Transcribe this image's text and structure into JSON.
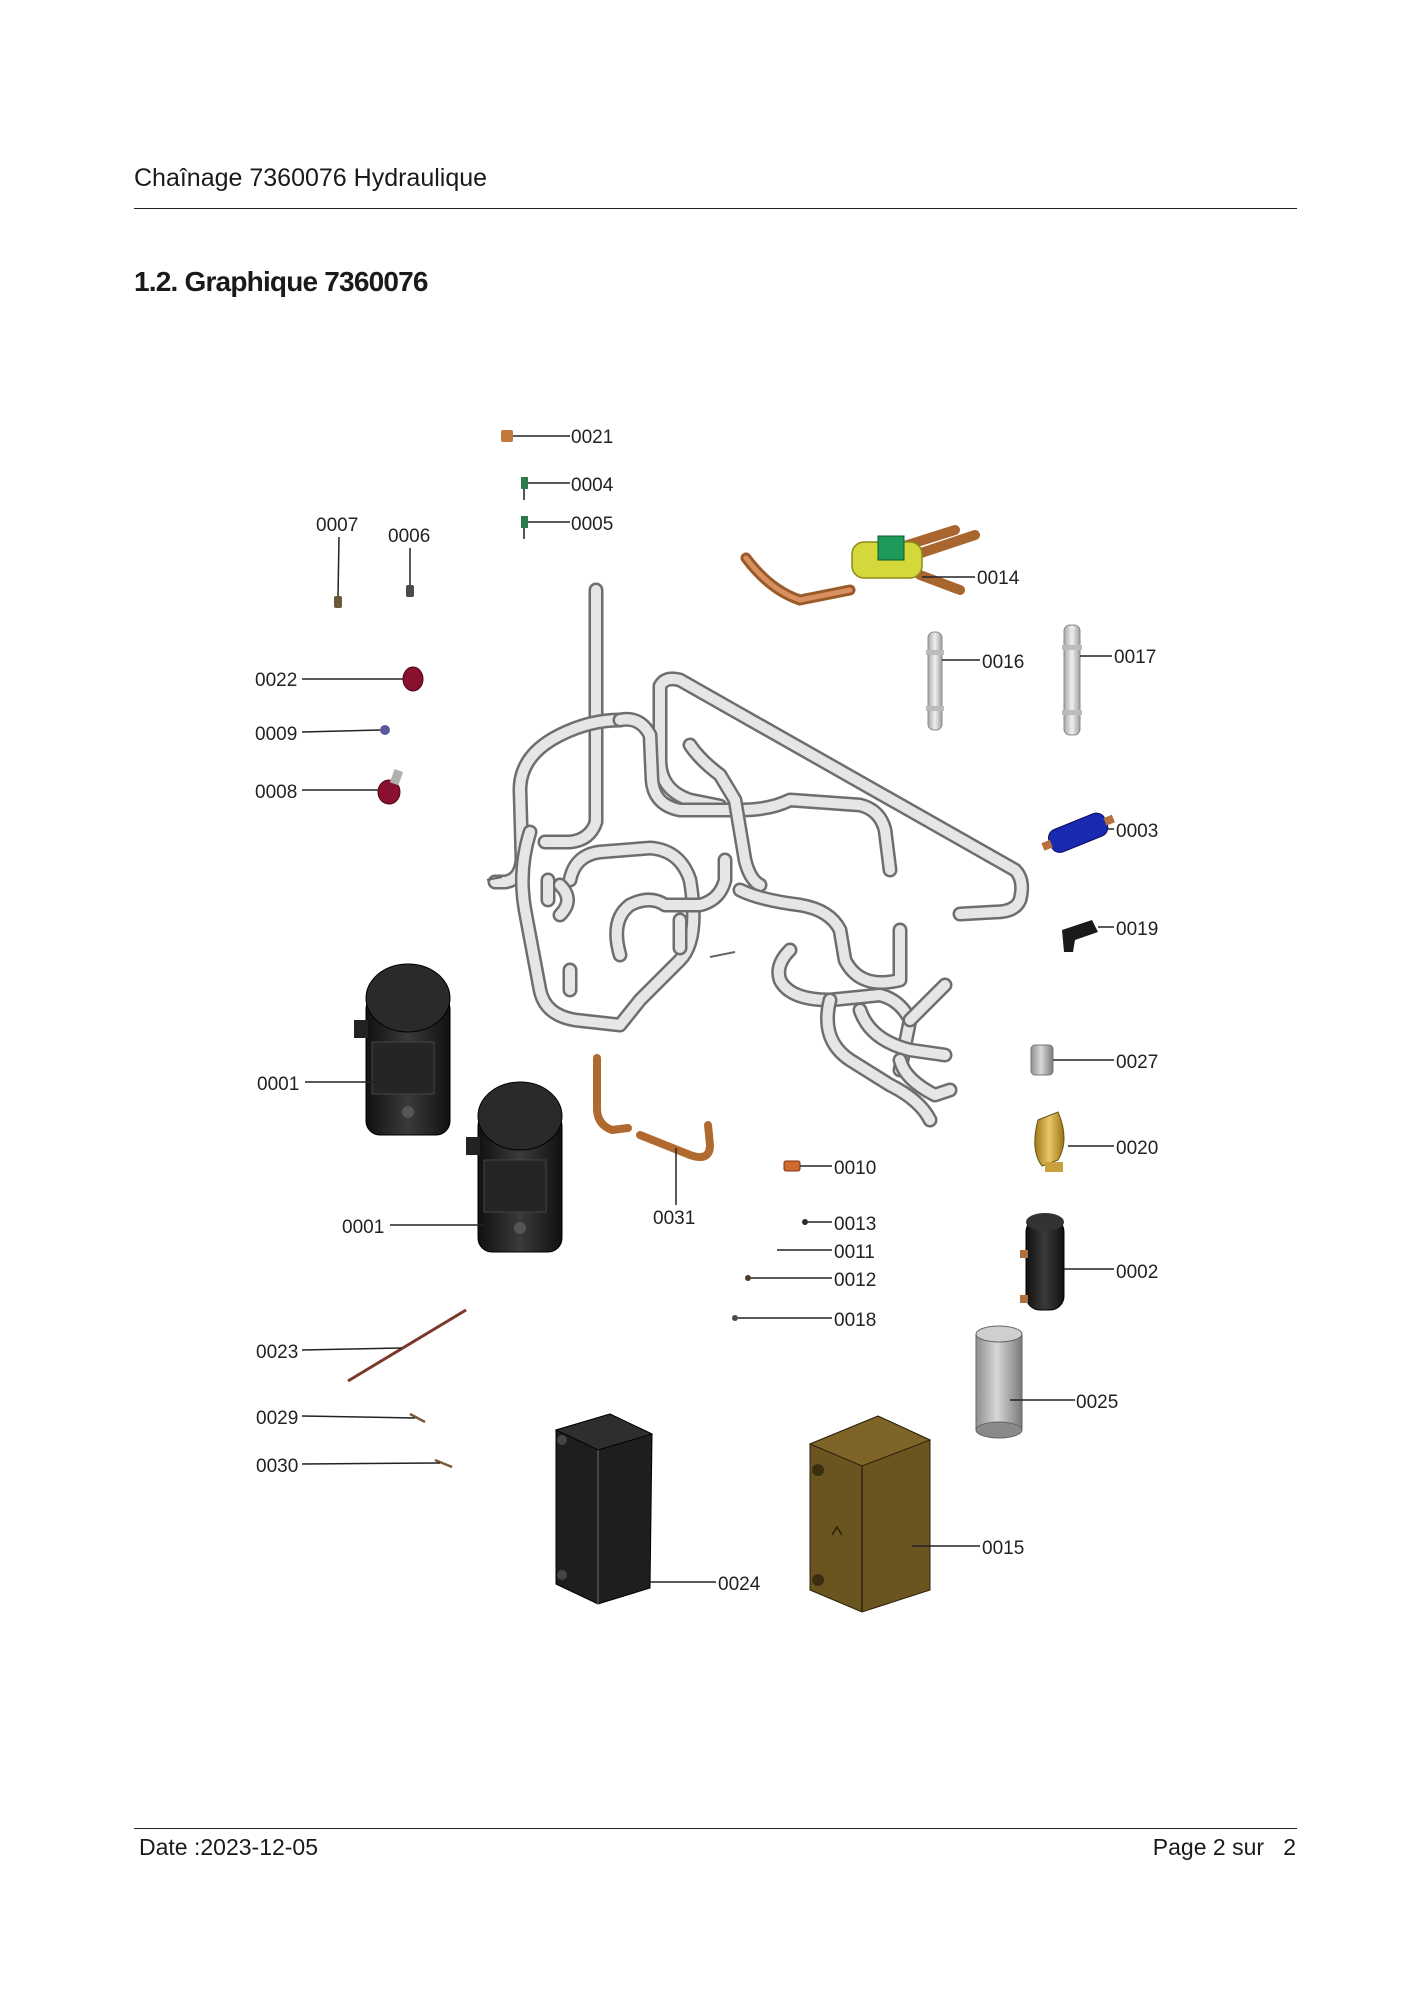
{
  "header": {
    "title": "Chaînage 7360076 Hydraulique"
  },
  "section": {
    "title": "1.2. Graphique 7360076"
  },
  "parts": {
    "p0021": "0021",
    "p0004": "0004",
    "p0005": "0005",
    "p0007": "0007",
    "p0006": "0006",
    "p0014": "0014",
    "p0016": "0016",
    "p0017": "0017",
    "p0022": "0022",
    "p0009": "0009",
    "p0008": "0008",
    "p0003": "0003",
    "p0019": "0019",
    "p0027": "0027",
    "p0001a": "0001",
    "p0001b": "0001",
    "p0020": "0020",
    "p0031": "0031",
    "p0010": "0010",
    "p0013": "0013",
    "p0011": "0011",
    "p0012": "0012",
    "p0002": "0002",
    "p0018": "0018",
    "p0023": "0023",
    "p0025": "0025",
    "p0029": "0029",
    "p0030": "0030",
    "p0015": "0015",
    "p0024": "0024"
  },
  "footer": {
    "date": "Date :2023-12-05",
    "page": "Page 2 sur   2"
  }
}
